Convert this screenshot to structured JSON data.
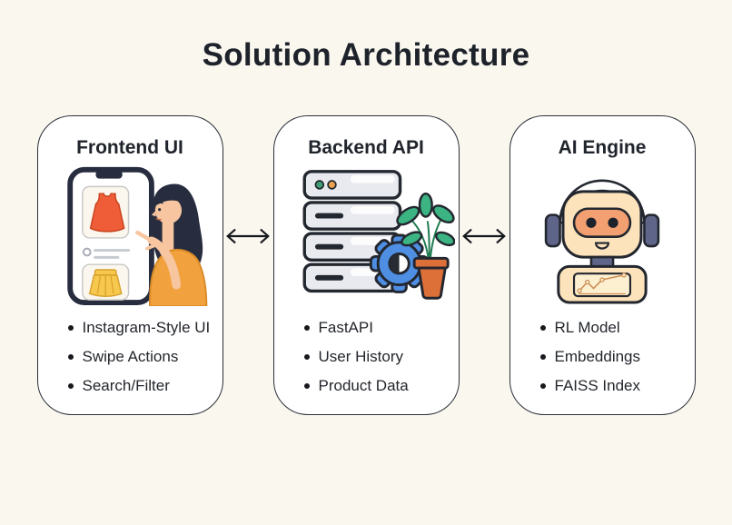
{
  "title": "Solution Architecture",
  "colors": {
    "background": "#FAF7EF",
    "card_bg": "#FFFFFF",
    "card_border": "#2A2E38",
    "text": "#23262C",
    "dress_red": "#EF5C38",
    "skirt_yellow": "#F6C84D",
    "shirt_orange": "#F1A23E",
    "gear_blue": "#4F8FE3",
    "leaf_green": "#3BB382",
    "pot_terracotta": "#DD6F38",
    "robot_cream": "#FCE3BB",
    "robot_face_orange": "#F2A071",
    "slate_blue": "#5F6588"
  },
  "cards": [
    {
      "title": "Frontend UI",
      "illustration": "woman-browsing-fashion-app-on-phone",
      "bullets": [
        "Instagram-Style UI",
        "Swipe Actions",
        "Search/Filter"
      ]
    },
    {
      "title": "Backend API",
      "illustration": "server-stack-with-gear-and-plant",
      "bullets": [
        "FastAPI",
        "User History",
        "Product Data"
      ]
    },
    {
      "title": "AI Engine",
      "illustration": "robot-with-chart-screen",
      "bullets": [
        "RL Model",
        "Embeddings",
        "FAISS Index"
      ]
    }
  ],
  "connectors": [
    {
      "type": "double-headed-arrow",
      "glyph": "↔"
    },
    {
      "type": "double-headed-arrow",
      "glyph": "↔"
    }
  ]
}
